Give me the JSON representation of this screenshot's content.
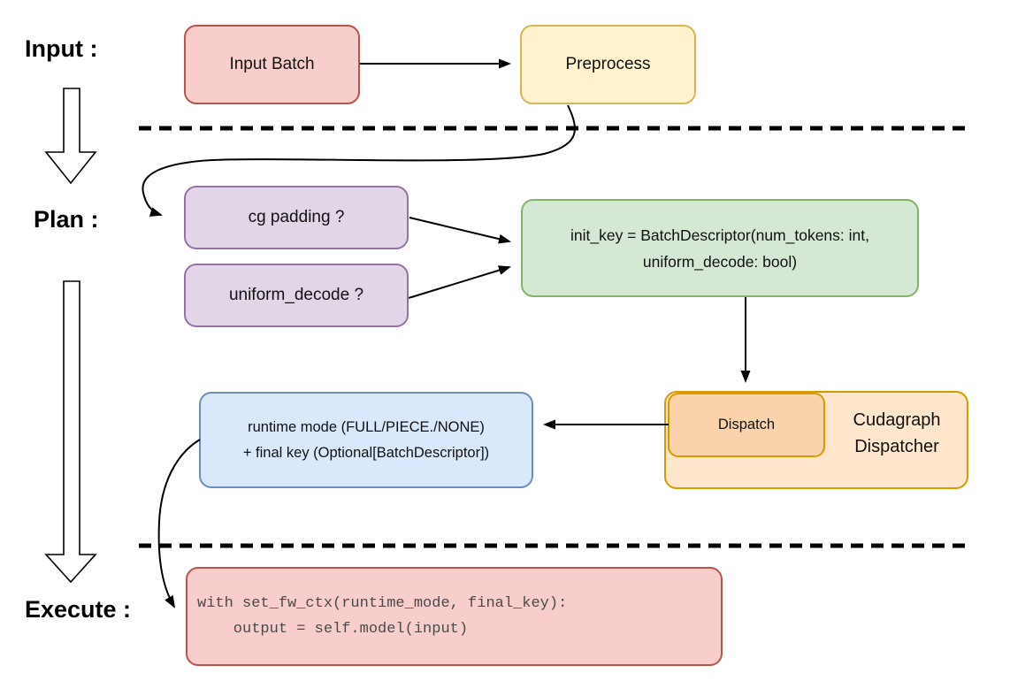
{
  "diagram_title": "Cudagraph dispatch flow (Input / Plan / Execute)",
  "stages": {
    "input": "Input :",
    "plan": "Plan :",
    "execute": "Execute :"
  },
  "nodes": {
    "input_batch": {
      "label": "Input Batch"
    },
    "preprocess": {
      "label": "Preprocess"
    },
    "cg_padding": {
      "label": "cg padding ?"
    },
    "uniform_decode": {
      "label": "uniform_decode ?"
    },
    "init_key": {
      "line1": "init_key = BatchDescriptor(num_tokens: int,",
      "line2": "uniform_decode: bool)"
    },
    "dispatch": {
      "label": "Dispatch"
    },
    "cudagraph_dispatcher": {
      "line1": "Cudagraph",
      "line2": "Dispatcher"
    },
    "runtime_mode": {
      "line1": "runtime mode (FULL/PIECE./NONE)",
      "line2": "+ final key (Optional[BatchDescriptor])"
    },
    "execute_code": {
      "line1": "with set_fw_ctx(runtime_mode, final_key):",
      "line2": "    output = self.model(input)"
    }
  },
  "edges": [
    {
      "from": "input_batch",
      "to": "preprocess"
    },
    {
      "from": "preprocess",
      "to": "cg_padding"
    },
    {
      "from": "cg_padding",
      "to": "init_key"
    },
    {
      "from": "uniform_decode",
      "to": "init_key"
    },
    {
      "from": "init_key",
      "to": "dispatch"
    },
    {
      "from": "dispatch",
      "to": "runtime_mode"
    },
    {
      "from": "runtime_mode",
      "to": "execute_code"
    }
  ],
  "palette": {
    "red_fill": "#f8cecc",
    "red_stroke": "#b85450",
    "yellow_fill": "#fff2cc",
    "yellow_stroke": "#d6b656",
    "purple_fill": "#e1d5e7",
    "purple_stroke": "#9673a6",
    "green_fill": "#d5e8d4",
    "green_stroke": "#82b366",
    "blue_fill": "#dae8fc",
    "blue_stroke": "#6c8ebf",
    "orange_fill": "#ffe6cc",
    "orange_inner_fill": "#fad2ab",
    "orange_stroke": "#d79b00",
    "line_color": "#000000",
    "code_text_color": "#4a4a4a"
  }
}
